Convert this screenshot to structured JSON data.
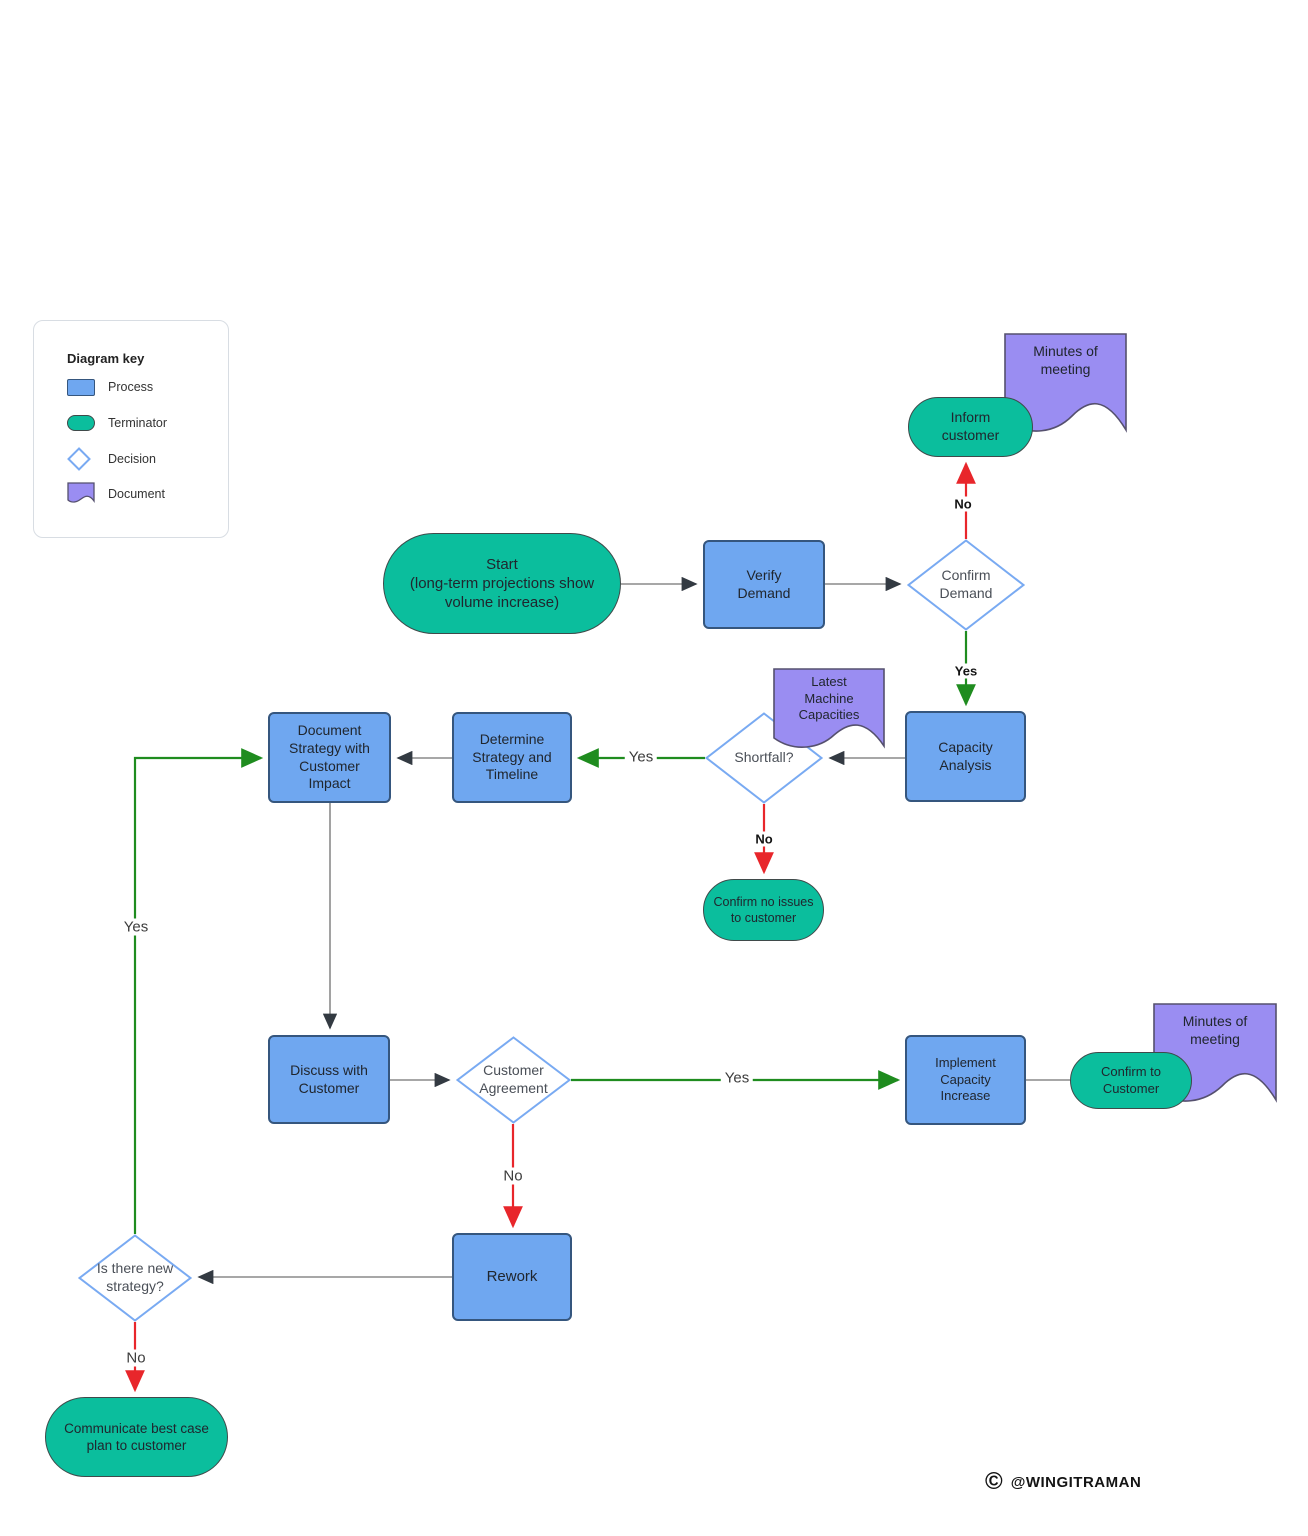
{
  "legend": {
    "title": "Diagram key",
    "items": [
      {
        "id": "process",
        "label": "Process"
      },
      {
        "id": "terminator",
        "label": "Terminator"
      },
      {
        "id": "decision",
        "label": "Decision"
      },
      {
        "id": "document",
        "label": "Document"
      }
    ]
  },
  "nodes": {
    "start": {
      "type": "terminator",
      "label": "Start\n(long-term projections show\nvolume increase)"
    },
    "verify_demand": {
      "type": "process",
      "label": "Verify\nDemand"
    },
    "confirm_demand": {
      "type": "decision",
      "label": "Confirm\nDemand"
    },
    "inform_customer": {
      "type": "terminator",
      "label": "Inform\ncustomer"
    },
    "minutes_of_meeting_top": {
      "type": "document",
      "label": "Minutes of\nmeeting"
    },
    "capacity_analysis": {
      "type": "process",
      "label": "Capacity\nAnalysis"
    },
    "latest_machine_capacities": {
      "type": "document",
      "label": "Latest\nMachine\nCapacities"
    },
    "shortfall": {
      "type": "decision",
      "label": "Shortfall?"
    },
    "confirm_no_issues": {
      "type": "terminator",
      "label": "Confirm no issues\nto customer"
    },
    "determine_strategy": {
      "type": "process",
      "label": "Determine\nStrategy and\nTimeline"
    },
    "document_strategy": {
      "type": "process",
      "label": "Document\nStrategy with\nCustomer\nImpact"
    },
    "discuss_with_customer": {
      "type": "process",
      "label": "Discuss with\nCustomer"
    },
    "customer_agreement": {
      "type": "decision",
      "label": "Customer\nAgreement"
    },
    "implement_capacity_increase": {
      "type": "process",
      "label": "Implement\nCapacity\nIncrease"
    },
    "confirm_to_customer": {
      "type": "terminator",
      "label": "Confirm to\nCustomer"
    },
    "minutes_of_meeting_bottom": {
      "type": "document",
      "label": "Minutes of\nmeeting"
    },
    "rework": {
      "type": "process",
      "label": "Rework"
    },
    "is_there_new_strategy": {
      "type": "decision",
      "label": "Is there new\nstrategy?"
    },
    "communicate_best_case": {
      "type": "terminator",
      "label": "Communicate best case\nplan to customer"
    }
  },
  "edge_labels": {
    "confirm_demand_no": "No",
    "confirm_demand_yes": "Yes",
    "shortfall_yes": "Yes",
    "shortfall_no": "No",
    "customer_agreement_yes": "Yes",
    "customer_agreement_no": "No",
    "new_strategy_yes": "Yes",
    "new_strategy_no": "No"
  },
  "footer": {
    "symbol": "©",
    "handle": "@WINGITRAMAN"
  },
  "colors": {
    "process_fill": "#6FA7F0",
    "process_border": "#35567E",
    "terminator_fill": "#0BBE9D",
    "terminator_border": "#3F4A4A",
    "document_fill": "#9A8DF2",
    "document_border": "#55506E",
    "decision_border": "#79AAF2",
    "decision_fill": "#FFFFFF",
    "edge_gray": "#8A8A8A",
    "arrow_dark": "#333A42",
    "edge_green": "#1F8C1F",
    "edge_red": "#E8262B",
    "text_dark": "#20262E"
  }
}
